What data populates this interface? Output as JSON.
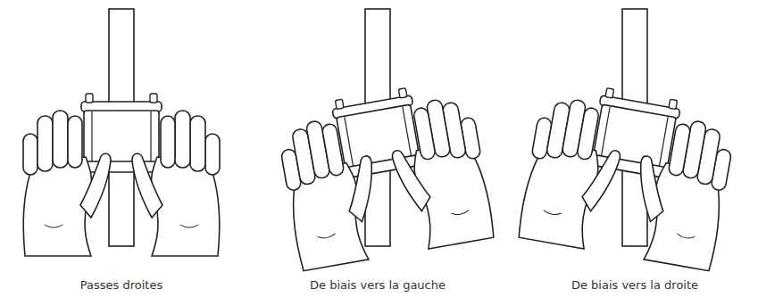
{
  "diagram": {
    "labels": [
      "Passes droites",
      "De biais vers la gauche",
      "De biais vers la droite"
    ]
  }
}
